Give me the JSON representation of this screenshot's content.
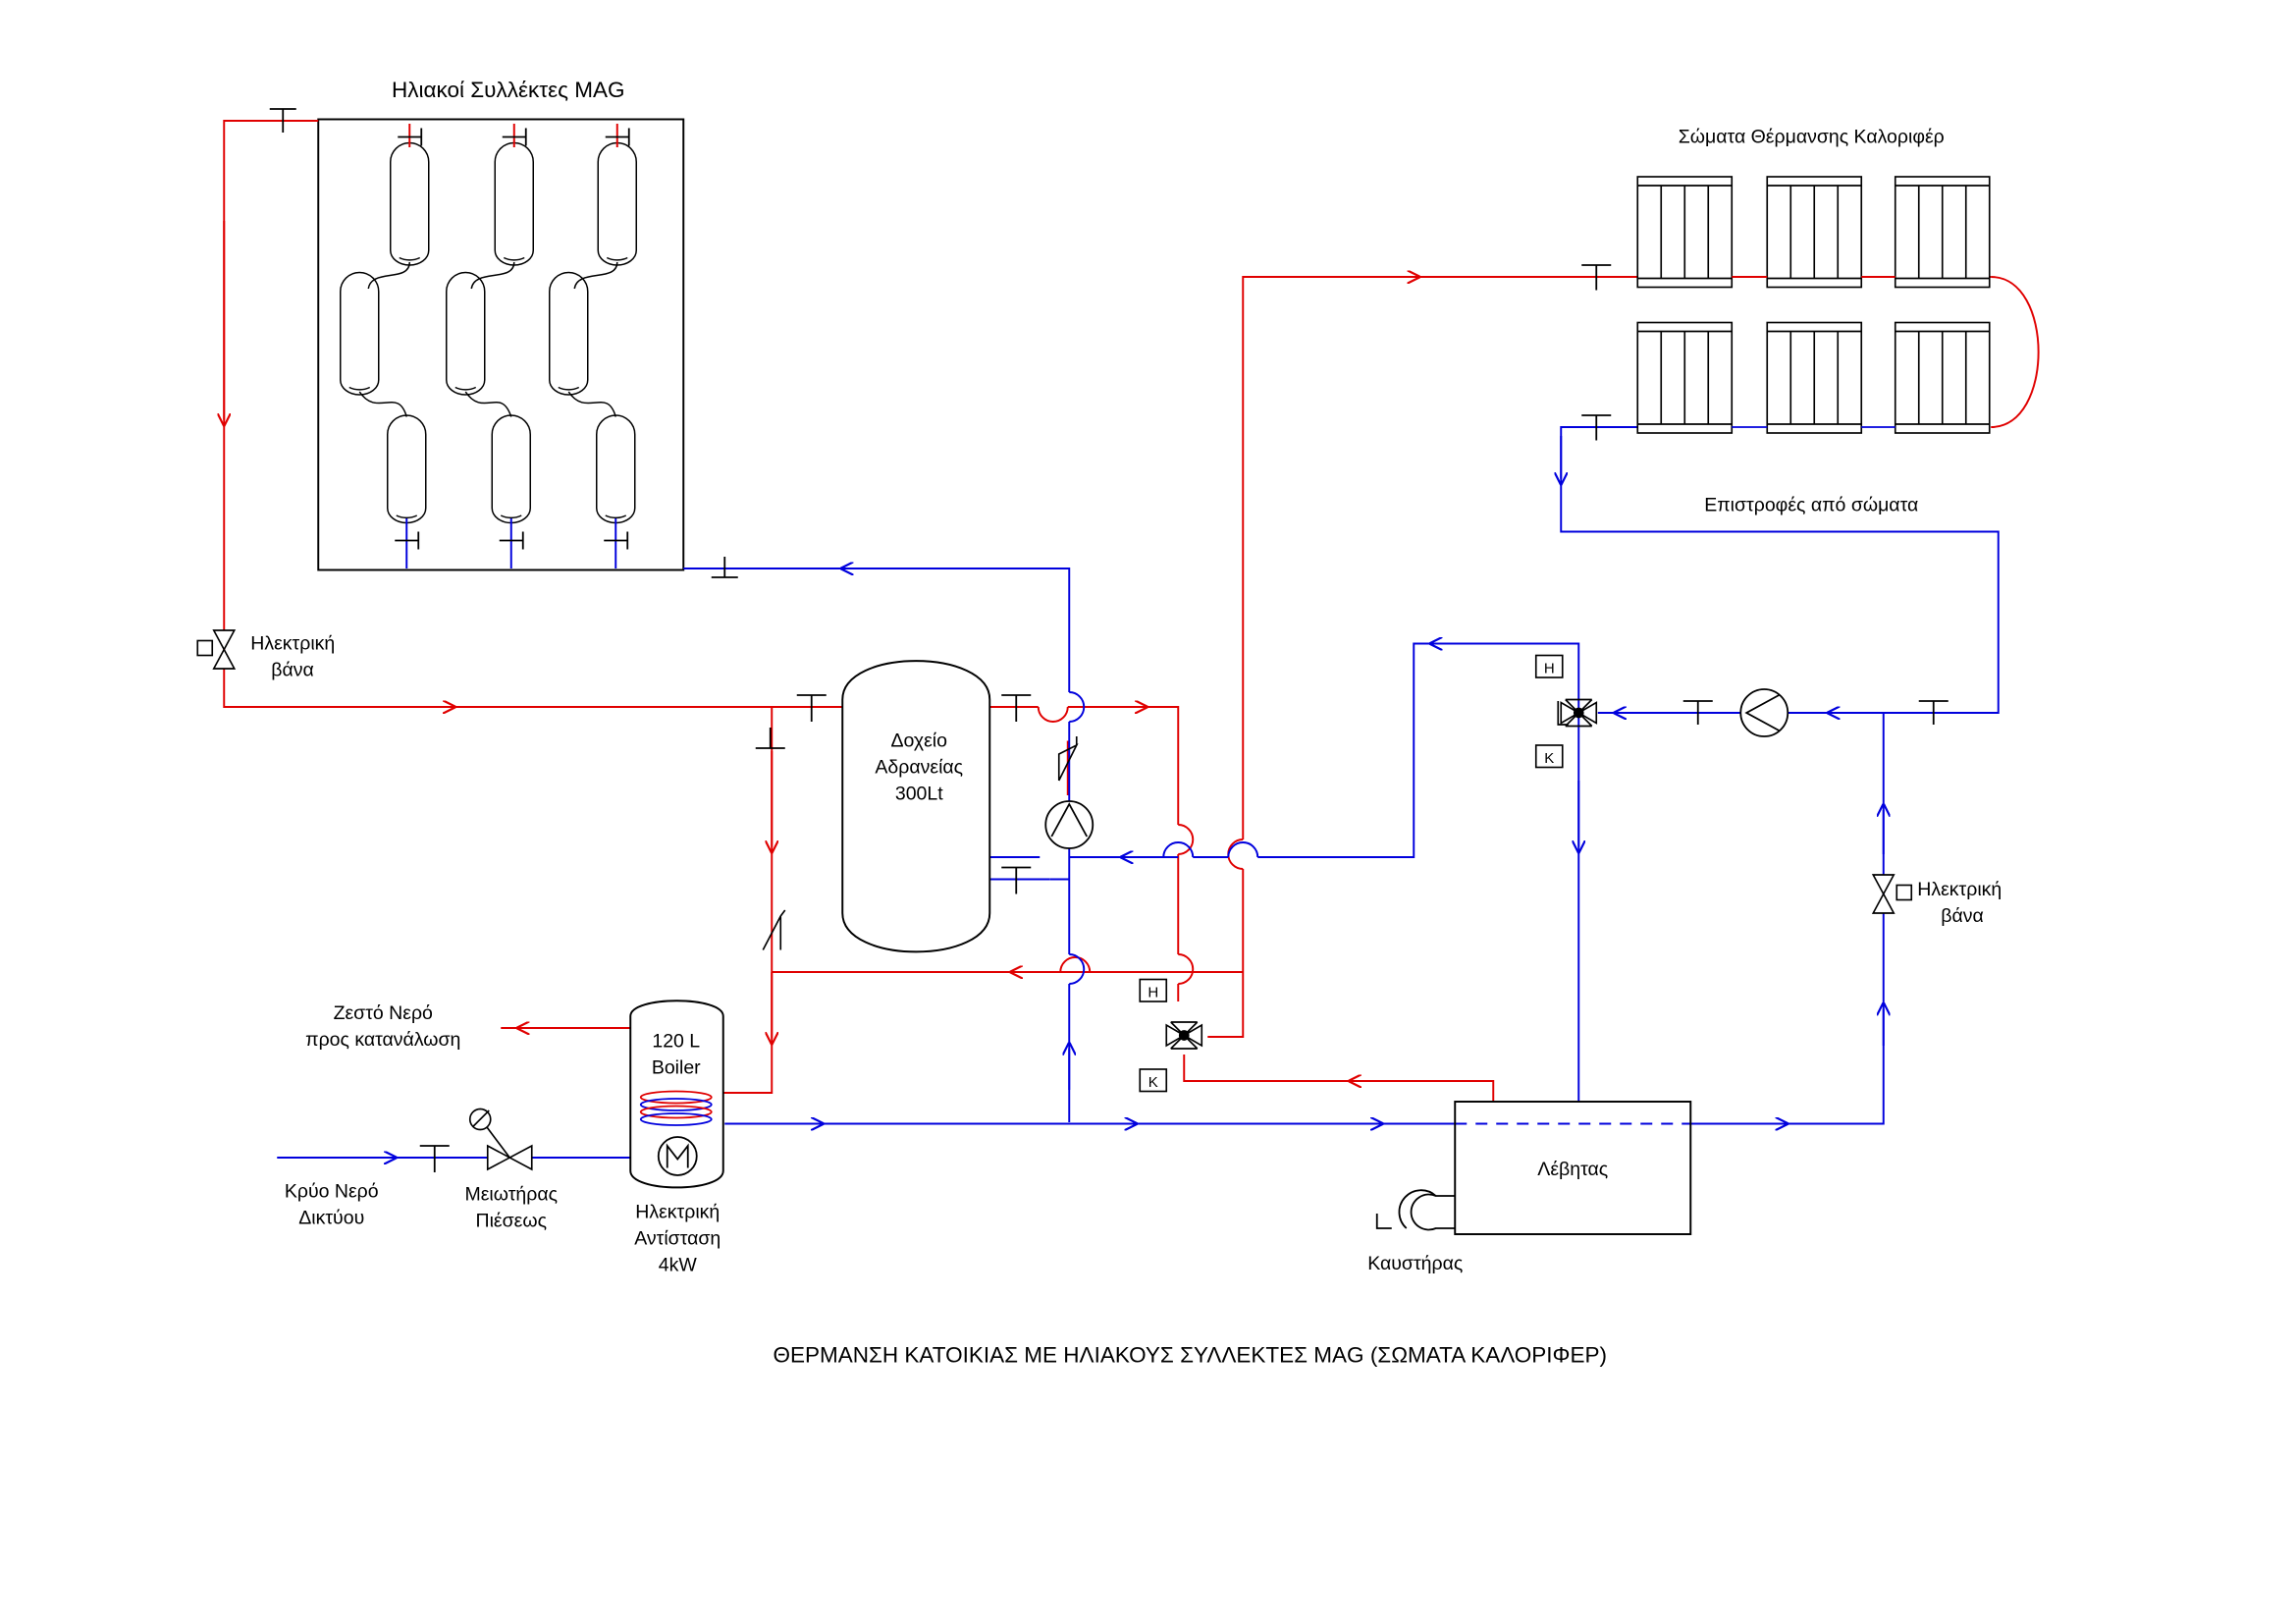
{
  "colors": {
    "hot": "#e00000",
    "cold": "#0000dd",
    "line": "#000000",
    "background": "#ffffff"
  },
  "labels": {
    "collectors_title": "Ηλιακοί Συλλέκτες MAG",
    "radiators_title": "Σώματα Θέρμανσης Καλοριφέρ",
    "returns": "Επιστροφές από σώματα",
    "valve_left_line1": "Ηλεκτρική",
    "valve_left_line2": "βάνα",
    "valve_right_line1": "Ηλεκτρική",
    "valve_right_line2": "βάνα",
    "tank_line1": "Δοχείο",
    "tank_line2": "Αδρανείας",
    "tank_line3": "300Lt",
    "boiler_line1": "120 L",
    "boiler_line2": "Boiler",
    "hot_water_line1": "Ζεστό Νερό",
    "hot_water_line2": "προς κατανάλωση",
    "cold_water_line1": "Κρύο Νερό",
    "cold_water_line2": "Δικτύου",
    "reducer_line1": "Μειωτήρας",
    "reducer_line2": "Πιέσεως",
    "heater_line1": "Ηλεκτρική",
    "heater_line2": "Αντίσταση",
    "heater_line3": "4kW",
    "furnace": "Λέβητας",
    "burner": "Καυστήρας",
    "mix_valve_top_h": "H",
    "mix_valve_top_k": "K",
    "mix_valve_bottom_h": "H",
    "mix_valve_bottom_k": "K",
    "main_title": "ΘΕΡΜΑΝΣΗ ΚΑΤΟΙΚΙΑΣ ΜΕ ΗΛΙΑΚΟΥΣ ΣΥΛΛΕΚΤΕΣ MAG (ΣΩΜΑΤΑ ΚΑΛΟΡΙΦΕΡ)"
  },
  "icons": [
    "solar-tube-collector-icon",
    "radiator-icon",
    "circulation-pump-icon",
    "motorized-valve-icon",
    "three-way-mixing-valve-icon",
    "check-valve-icon",
    "shutoff-valve-icon",
    "pressure-reducer-icon",
    "heating-coil-icon",
    "electric-heater-icon",
    "burner-icon",
    "flow-arrow-icon"
  ]
}
